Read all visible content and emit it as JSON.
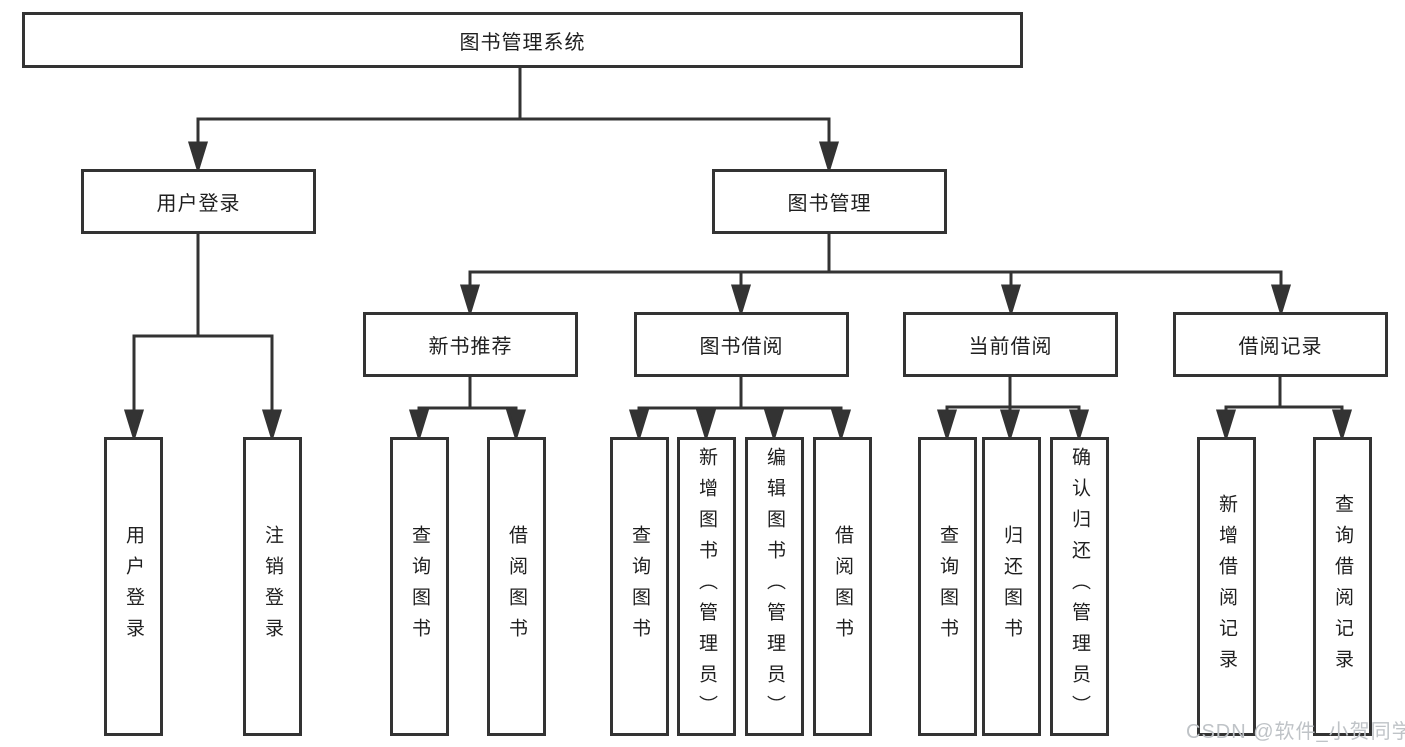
{
  "diagram": {
    "type": "hierarchy-tree",
    "label": "图书管理系统",
    "children": [
      {
        "label": "用户登录",
        "children": [
          {
            "label": "用户登录"
          },
          {
            "label": "注销登录"
          }
        ]
      },
      {
        "label": "图书管理",
        "children": [
          {
            "label": "新书推荐",
            "children": [
              {
                "label": "查询图书"
              },
              {
                "label": "借阅图书"
              }
            ]
          },
          {
            "label": "图书借阅",
            "children": [
              {
                "label": "查询图书"
              },
              {
                "label": "新增图书（管理员）"
              },
              {
                "label": "编辑图书（管理员）"
              },
              {
                "label": "借阅图书"
              }
            ]
          },
          {
            "label": "当前借阅",
            "children": [
              {
                "label": "查询图书"
              },
              {
                "label": "归还图书"
              },
              {
                "label": "确认归还（管理员）"
              }
            ]
          },
          {
            "label": "借阅记录",
            "children": [
              {
                "label": "新增借阅记录"
              },
              {
                "label": "查询借阅记录"
              }
            ]
          }
        ]
      }
    ]
  },
  "watermark": {
    "text": "CSDN @软件_小贺同学",
    "color": "#bfc3c7"
  },
  "colors": {
    "line": "#333333",
    "box_border": "#333333",
    "box_background": "#ffffff",
    "text": "#1f1f1f"
  }
}
